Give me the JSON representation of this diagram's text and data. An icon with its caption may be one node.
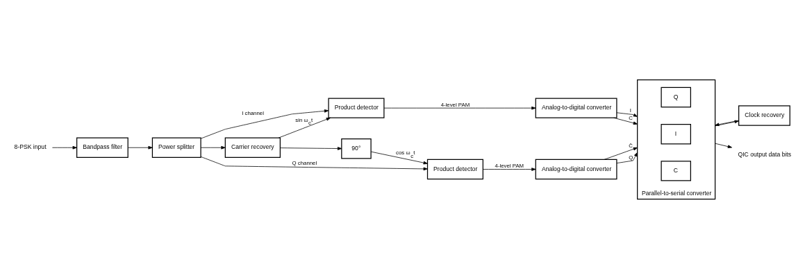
{
  "diagram": {
    "nodes": [
      {
        "text": [
          "8-PSK input"
        ]
      },
      {
        "text": [
          "Bandpass filter"
        ]
      },
      {
        "text": [
          "Power splitter"
        ]
      },
      {
        "text": [
          "Carrier recovery"
        ]
      },
      {
        "text": [
          "Product detector"
        ]
      },
      {
        "text": [
          "Analog-to-digital converter"
        ]
      },
      {
        "text": [
          "90°"
        ]
      },
      {
        "text": [
          "Product detector"
        ]
      },
      {
        "text": [
          "Analog-to-digital converter"
        ]
      },
      {
        "text": [
          "Parallel-to-serial converter"
        ]
      },
      {
        "text": [
          "Q"
        ],
        "in": 9
      },
      {
        "text": [
          "I"
        ],
        "in": 9
      },
      {
        "text": [
          "C"
        ],
        "in": 9
      },
      {
        "text": [
          "Clock recovery"
        ]
      },
      {
        "text": [
          "QIC output data bits"
        ]
      }
    ],
    "edges": [
      {
        "from": 0,
        "to": 1,
        "arrow": "to"
      },
      {
        "from": 1,
        "to": 2,
        "arrow": "to"
      },
      {
        "from": 2,
        "to": 4,
        "arrow": "to",
        "label": "I channel"
      },
      {
        "from": 2,
        "to": 3,
        "arrow": "to"
      },
      {
        "from": 3,
        "to": 4,
        "arrow": "to",
        "label": "sin ω$_{c}$t"
      },
      {
        "from": 3,
        "to": 6,
        "arrow": "to"
      },
      {
        "from": 6,
        "to": 7,
        "arrow": "to",
        "label": "cos ω$_{c}$t"
      },
      {
        "from": 2,
        "to": 7,
        "arrow": "to",
        "label": "Q channel"
      },
      {
        "from": 4,
        "to": 5,
        "arrow": "to",
        "label": "4-level PAM"
      },
      {
        "from": 7,
        "to": 8,
        "arrow": "to",
        "label": "4-level PAM"
      },
      {
        "from": 5,
        "to": 9,
        "arrow": "to",
        "label": "I"
      },
      {
        "from": 5,
        "to": 9,
        "arrow": "to",
        "label": "C"
      },
      {
        "from": 8,
        "to": 9,
        "arrow": "to",
        "label": "C̄"
      },
      {
        "from": 8,
        "to": 9,
        "arrow": "to",
        "label": "Q"
      },
      {
        "from": 9,
        "to": 14,
        "arrow": "to"
      },
      {
        "from": 9,
        "to": 13,
        "arrow": "to"
      },
      {
        "from": 13,
        "to": 9,
        "arrow": "to"
      }
    ]
  }
}
